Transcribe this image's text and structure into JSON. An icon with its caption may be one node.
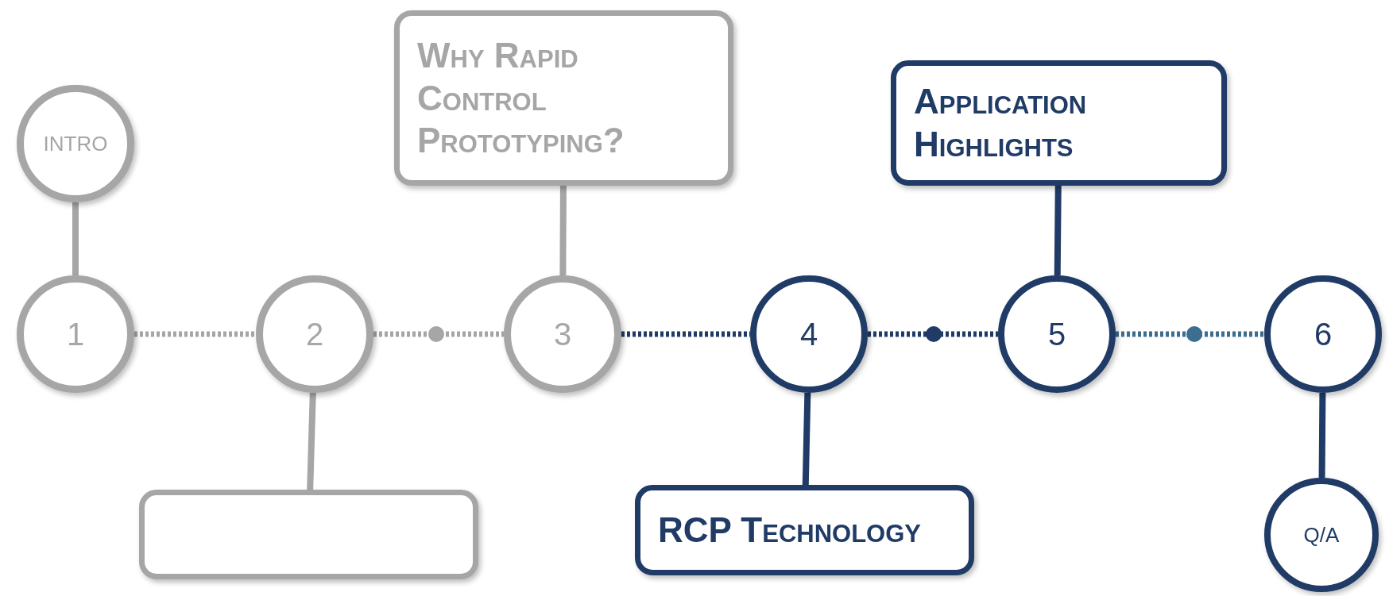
{
  "diagram": {
    "nodes": [
      {
        "text": [
          "INTRO"
        ]
      },
      {
        "text": [
          "Why Rapid Control Prototyping?"
        ]
      },
      {
        "text": [
          "Application Highlights"
        ]
      },
      {
        "text": [
          "1"
        ]
      },
      {
        "text": [
          "2"
        ]
      },
      {
        "text": [
          "3"
        ]
      },
      {
        "text": [
          "4"
        ]
      },
      {
        "text": [
          "5"
        ]
      },
      {
        "text": [
          "6"
        ]
      },
      {
        "text": [],
        "shape": "box"
      },
      {
        "text": [
          "RCP Technology"
        ]
      },
      {
        "text": [
          "Q/A"
        ]
      }
    ],
    "edges": [
      {
        "from": 0,
        "to": 3,
        "arrow": "none",
        "color": "#a6a6a6"
      },
      {
        "from": 3,
        "to": 4,
        "arrow": "none",
        "style": "dashed",
        "color": "#a6a6a6"
      },
      {
        "from": 4,
        "to": 5,
        "arrow": "none",
        "style": "dashed",
        "color": "#a6a6a6"
      },
      {
        "from": 5,
        "to": 6,
        "arrow": "none",
        "style": "dashed",
        "color": "#1f3b66"
      },
      {
        "from": 6,
        "to": 7,
        "arrow": "none",
        "style": "dashed",
        "color": "#1f3b66"
      },
      {
        "from": 7,
        "to": 8,
        "arrow": "none",
        "style": "dashed",
        "color": "#3b6e8f"
      },
      {
        "from": 4,
        "to": 9,
        "arrow": "none",
        "color": "#a6a6a6"
      },
      {
        "from": 5,
        "to": 1,
        "arrow": "none",
        "color": "#a6a6a6"
      },
      {
        "from": 6,
        "to": 10,
        "arrow": "none",
        "color": "#1f3b66"
      },
      {
        "from": 7,
        "to": 2,
        "arrow": "none",
        "color": "#1f3b66"
      },
      {
        "from": 8,
        "to": 11,
        "arrow": "none",
        "color": "#1f3b66"
      }
    ]
  }
}
